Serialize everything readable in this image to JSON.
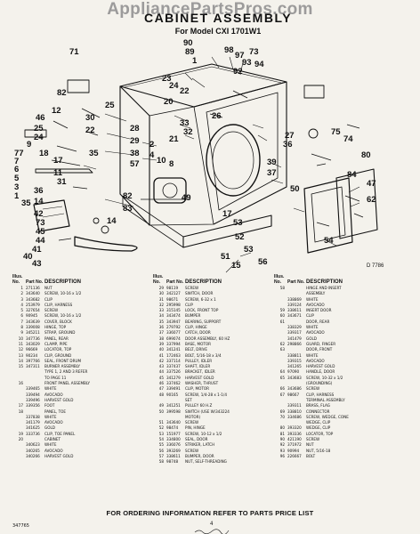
{
  "header": {
    "watermark": "AppliancePartsPros.com",
    "title": "CABINET ASSEMBLY",
    "subtitle": "For Model CXI 1701W1"
  },
  "diagram": {
    "figure_code": "D 7786",
    "callouts": [
      "90",
      "89",
      "1",
      "98",
      "97",
      "73",
      "93",
      "92",
      "94",
      "23",
      "24",
      "22",
      "20",
      "82",
      "12",
      "71",
      "46",
      "25",
      "24",
      "25",
      "30",
      "22",
      "18",
      "17",
      "11",
      "35",
      "31",
      "36",
      "14",
      "28",
      "29",
      "38",
      "57",
      "9",
      "77",
      "7",
      "6",
      "5",
      "3",
      "1",
      "26",
      "33",
      "32",
      "21",
      "2",
      "4",
      "10",
      "8",
      "27",
      "36",
      "75",
      "74",
      "39",
      "37",
      "80",
      "84",
      "50",
      "35",
      "47",
      "62",
      "54",
      "52",
      "53",
      "42",
      "73",
      "45",
      "44",
      "41",
      "82",
      "83",
      "49",
      "51",
      "53",
      "17",
      "15",
      "14",
      "40",
      "43",
      "56"
    ]
  },
  "table": {
    "headers": {
      "illus": "Illus.",
      "no": "No.",
      "part_no": "Part No.",
      "description": "DESCRIPTION"
    },
    "columns": [
      [
        [
          "1",
          "271136",
          "NUT"
        ],
        [
          "2",
          "343640",
          "SCREW, 10-16 x 1/2"
        ],
        [
          "3",
          "343682",
          "CLIP"
        ],
        [
          "4",
          "253979",
          "CLIP, HARNESS"
        ],
        [
          "5",
          "327654",
          "SCREW"
        ],
        [
          "6",
          "90945",
          "SCREW, 10-16 x 1/2"
        ],
        [
          "7",
          "343639",
          "COVER, BLOCK"
        ],
        [
          "8",
          "339008",
          "HINGE, TOP"
        ],
        [
          "9",
          "345211",
          "STRAP, GROUND"
        ],
        [
          "10",
          "347736",
          "PANEL, REAR"
        ],
        [
          "11",
          "343029",
          "CLAMP, PIPE"
        ],
        [
          "12",
          "96669",
          "LOCATOR, TOP"
        ],
        [
          "13",
          "90234",
          "CLIP, GROUND"
        ],
        [
          "14",
          "397766",
          "SEAL, FRONT DRUM"
        ],
        [
          "15",
          "347311",
          "BURNER ASSEMBLY"
        ],
        [
          "",
          "",
          "TYPE 1, 2 AND 3 REFER"
        ],
        [
          "",
          "",
          "TO PAGE 11"
        ],
        [
          "16",
          "",
          "FRONT PANEL ASSEMBLY"
        ],
        [
          "",
          "339465",
          "WHITE"
        ],
        [
          "",
          "339494",
          "AVOCADO"
        ],
        [
          "",
          "339496",
          "HARVEST GOLD"
        ],
        [
          "17",
          "339356",
          "FOOT"
        ],
        [
          "18",
          "",
          "PANEL, TOE"
        ],
        [
          "",
          "337838",
          "WHITE"
        ],
        [
          "",
          "341179",
          "AVOCADO"
        ],
        [
          "",
          "341625",
          "GOLD"
        ],
        [
          "19",
          "333736",
          "CLIP, TOE PANEL"
        ],
        [
          "20",
          "",
          "CABINET"
        ],
        [
          "",
          "340623",
          "WHITE"
        ],
        [
          "",
          "340265",
          "AVOCADO"
        ],
        [
          "",
          "340266",
          "HARVEST GOLD"
        ]
      ],
      [
        [
          "29",
          "98119",
          "SCREW"
        ],
        [
          "30",
          "342127",
          "SWITCH, DOOR"
        ],
        [
          "31",
          "98671",
          "SCREW, 6-32 x 1"
        ],
        [
          "32",
          "295998",
          "CLIP"
        ],
        [
          "33",
          "315145",
          "LOCK, FRONT TOP"
        ],
        [
          "34",
          "343474",
          "BUMPER"
        ],
        [
          "35",
          "343947",
          "BEARING, SUPPORT"
        ],
        [
          "36",
          "279792",
          "CLIP, HINGE"
        ],
        [
          "37",
          "336077",
          "CATCH, DOOR"
        ],
        [
          "38",
          "699074",
          "DOOR ASSEMBLY, 60 HZ"
        ],
        [
          "39",
          "337994",
          "BASE, MOTOR"
        ],
        [
          "40",
          "341241",
          "BELT, DRIVE"
        ],
        [
          "41",
          "172463",
          "BOLT, 5/16-18 x 3/4"
        ],
        [
          "42",
          "337114",
          "PULLEY, IDLER"
        ],
        [
          "43",
          "337437",
          "SHAFT, IDLER"
        ],
        [
          "44",
          "337526",
          "BRACKET, IDLER"
        ],
        [
          "45",
          "341279",
          "HARVEST GOLD"
        ],
        [
          "46",
          "337462",
          "WASHER, THRUST"
        ],
        [
          "47",
          "339491",
          "CLIP, MOTOR"
        ],
        [
          "48",
          "90165",
          "SCREW, 1/4-28 x 1-1/4"
        ],
        [
          "",
          "",
          "SET"
        ],
        [
          "49",
          "341251",
          "PULLEY 60 H.Z"
        ],
        [
          "50",
          "399598",
          "SWITCH (USE W/343224"
        ],
        [
          "",
          "",
          "MOTOR)"
        ],
        [
          "51",
          "343640",
          "SCREW"
        ],
        [
          "52",
          "98474",
          "PIN, HINGE"
        ],
        [
          "53",
          "151977",
          "SCREW, 10-12 x 1/2"
        ],
        [
          "54",
          "334800",
          "SEAL, DOOR"
        ],
        [
          "55",
          "336076",
          "STRIKER, LATCH"
        ],
        [
          "56",
          "393269",
          "SCREW"
        ],
        [
          "57",
          "338611",
          "BUMPER, DOOR"
        ],
        [
          "58",
          "98748",
          "NUT, SELF-THREADING"
        ]
      ],
      [
        [
          "58",
          "",
          "HINGE AND INSERT"
        ],
        [
          "",
          "",
          "ASSEMBLY"
        ],
        [
          "",
          "338869",
          "WHITE"
        ],
        [
          "",
          "339124",
          "AVOCADO"
        ],
        [
          "59",
          "338611",
          "INSERT DOOR"
        ],
        [
          "60",
          "343671",
          "CLIP"
        ],
        [
          "61",
          "",
          "DOOR, REAR"
        ],
        [
          "",
          "338329",
          "WHITE"
        ],
        [
          "",
          "339317",
          "AVOCADO"
        ],
        [
          "",
          "341479",
          "GOLD"
        ],
        [
          "62",
          "298866",
          "GUARD, FINGER"
        ],
        [
          "63",
          "",
          "DOOR, FRONT"
        ],
        [
          "",
          "338811",
          "WHITE"
        ],
        [
          "",
          "339315",
          "AVOCADO"
        ],
        [
          "",
          "341265",
          "HARVEST GOLD"
        ],
        [
          "64",
          "97090",
          "HANDLE, DOOR"
        ],
        [
          "65",
          "343683",
          "SCREW, 10-32 x 1/2"
        ],
        [
          "",
          "",
          "(GROUNDING)"
        ],
        [
          "66",
          "343686",
          "SCREW"
        ],
        [
          "67",
          "98667",
          "CLIP, HARNESS"
        ],
        [
          "",
          "",
          "TERMINAL ASSEMBLY"
        ],
        [
          "",
          "339311",
          "BRASS, FLAG"
        ],
        [
          "69",
          "338810",
          "CONNECTOR"
        ],
        [
          "70",
          "334686",
          "SCREW, WEDGE, CONE"
        ],
        [
          "",
          "",
          "WEDGE, CLIP"
        ],
        [
          "80",
          "393320",
          "WEDGE, CLIP"
        ],
        [
          "81",
          "393336",
          "LOCATOR, TOP"
        ],
        [
          "90",
          "421190",
          "SCREW"
        ],
        [
          "92",
          "371972",
          "NUT"
        ],
        [
          "93",
          "90994",
          "NUT, 5/16-18"
        ],
        [
          "96",
          "226667",
          "BOLT"
        ]
      ]
    ]
  },
  "footer": {
    "order_notice": "FOR ORDERING INFORMATION REFER TO PARTS PRICE LIST",
    "page_number": "4",
    "doc_code": "347765"
  },
  "colors": {
    "ink": "#111111",
    "paper": "#f4f2ec",
    "watermark": "#8d8d8d"
  }
}
